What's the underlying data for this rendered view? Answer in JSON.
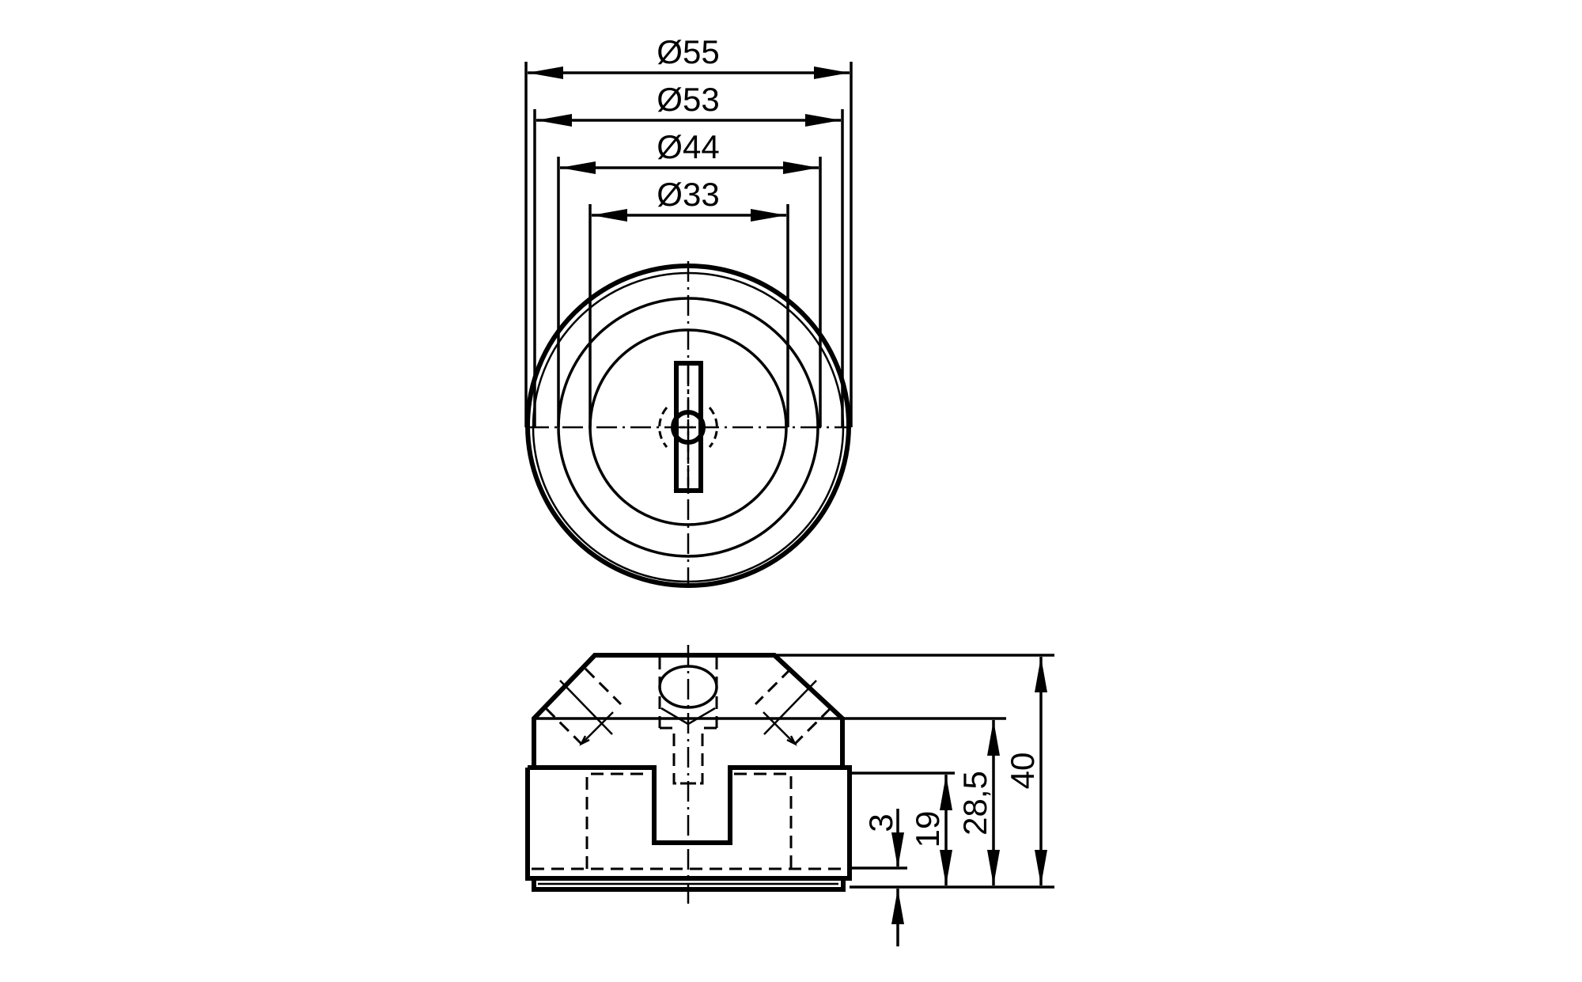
{
  "drawing": {
    "type": "technical-drawing",
    "views": [
      "top-view",
      "side-view"
    ],
    "line_color": "#000000",
    "background": "#ffffff"
  },
  "top_view": {
    "diameters": [
      {
        "id": "d55",
        "label": "Ø55"
      },
      {
        "id": "d53",
        "label": "Ø53"
      },
      {
        "id": "d44",
        "label": "Ø44"
      },
      {
        "id": "d33",
        "label": "Ø33"
      }
    ]
  },
  "side_view": {
    "heights": [
      {
        "id": "h3",
        "label": "3"
      },
      {
        "id": "h19",
        "label": "19"
      },
      {
        "id": "h28_5",
        "label": "28,5"
      },
      {
        "id": "h40",
        "label": "40"
      }
    ]
  }
}
